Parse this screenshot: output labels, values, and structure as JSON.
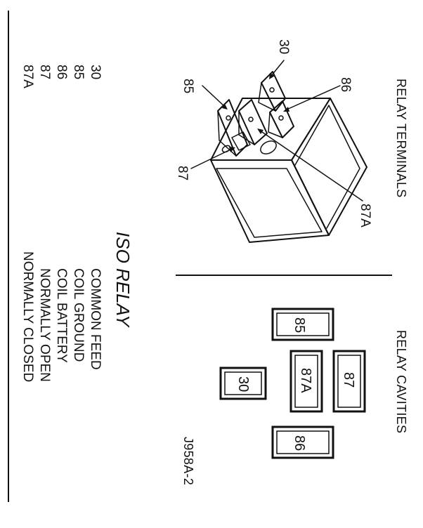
{
  "figure_id": "J958A-2",
  "terminals_panel": {
    "heading": "RELAY TERMINALS",
    "callouts": {
      "t30": "30",
      "t85": "85",
      "t86": "86",
      "t87": "87",
      "t87a": "87A"
    }
  },
  "cavities_panel": {
    "heading": "RELAY CAVITIES",
    "cavities": {
      "c85": "85",
      "c87": "87",
      "c87a": "87A",
      "c30": "30",
      "c86": "86"
    }
  },
  "legend": {
    "title": "ISO RELAY",
    "rows": [
      {
        "terminal": "30",
        "function": "COMMON FEED"
      },
      {
        "terminal": "85",
        "function": "COIL GROUND"
      },
      {
        "terminal": "86",
        "function": "COIL BATTERY"
      },
      {
        "terminal": "87",
        "function": "NORMALLY OPEN"
      },
      {
        "terminal": "87A",
        "function": "NORMALLY CLOSED"
      }
    ]
  },
  "colors": {
    "ink": "#111111",
    "background": "#ffffff"
  }
}
